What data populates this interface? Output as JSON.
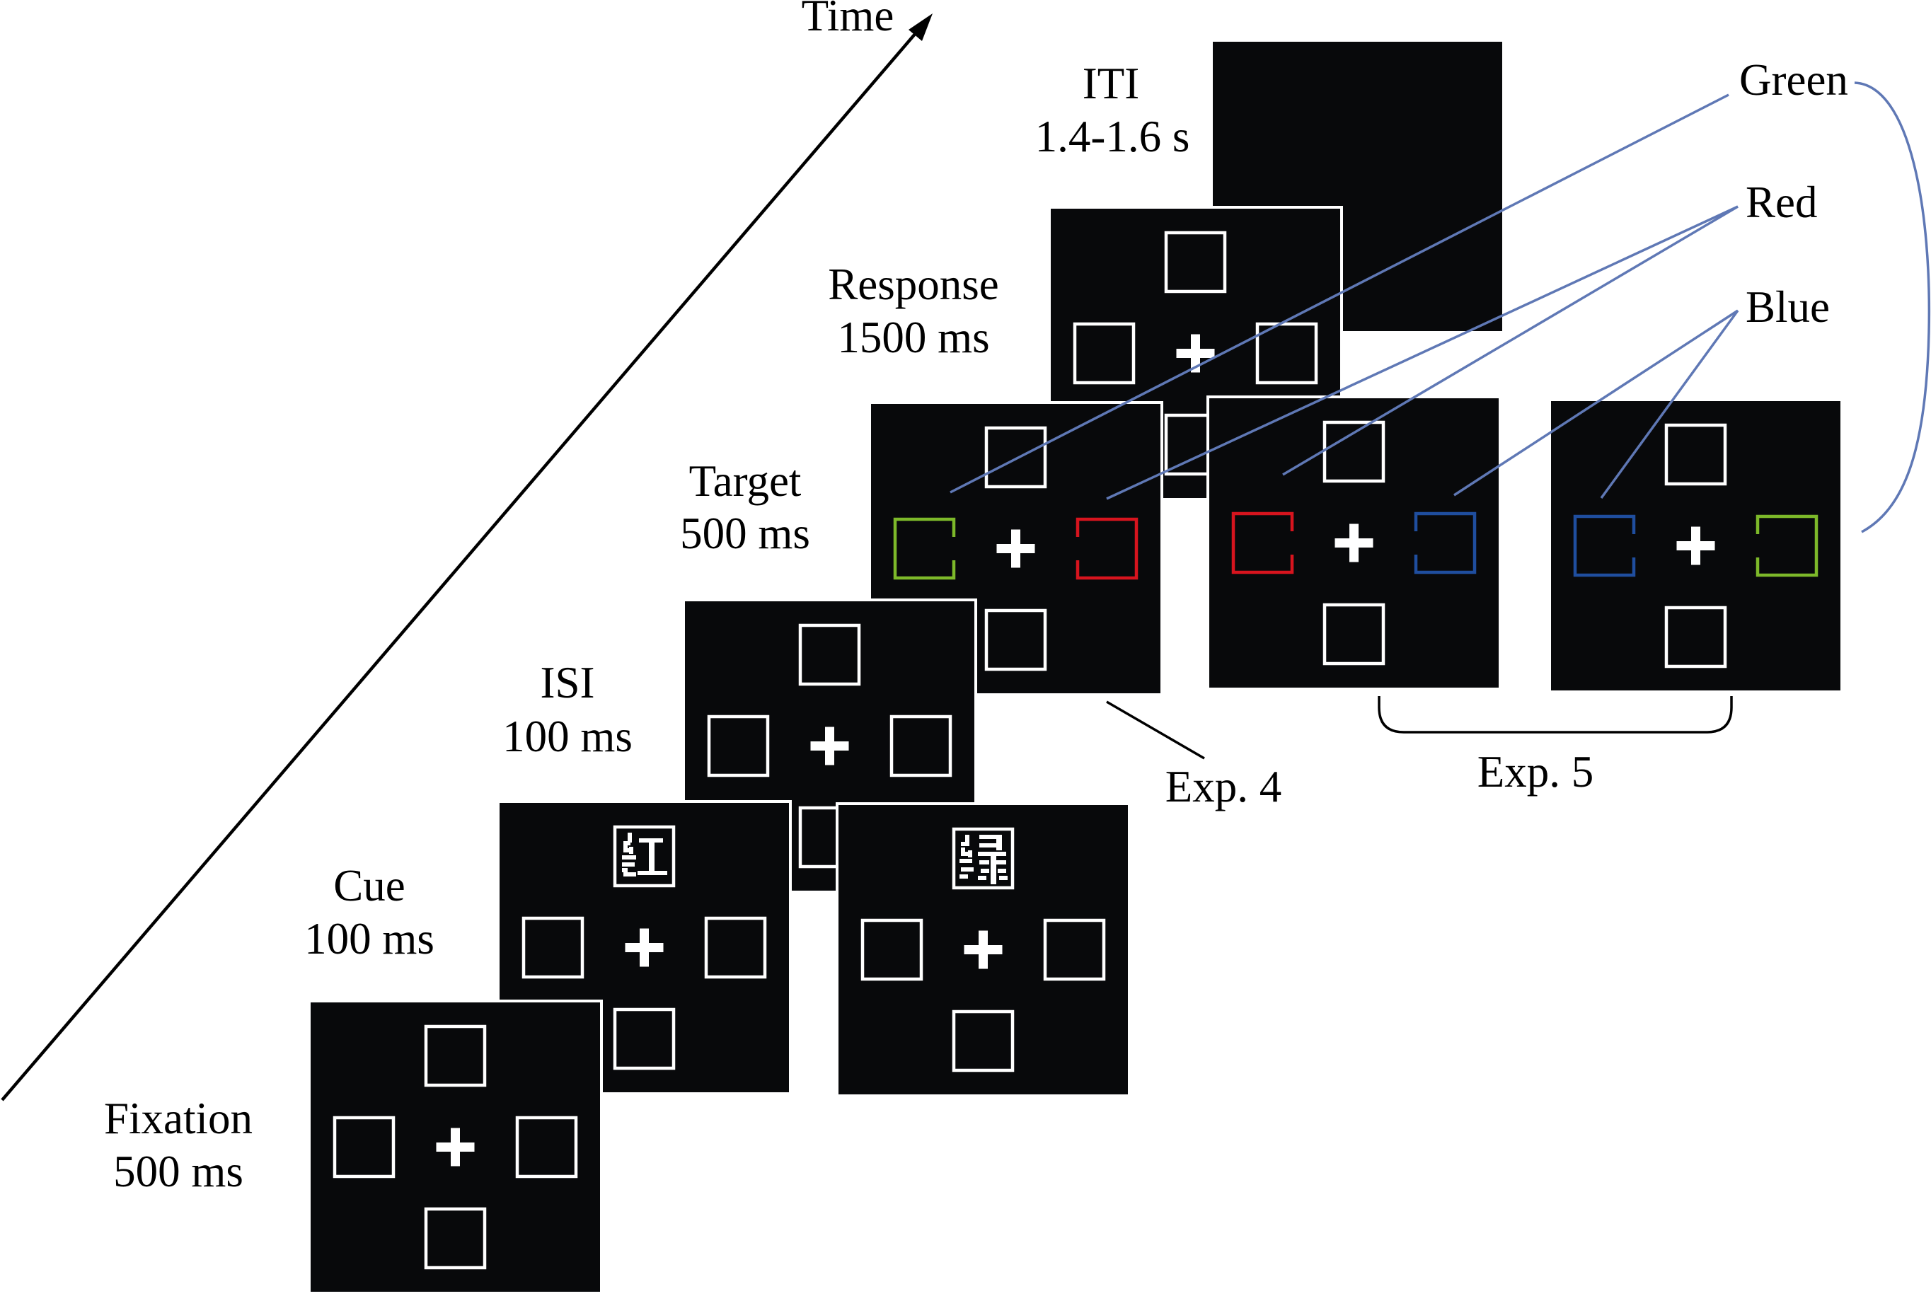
{
  "figure": {
    "axis_label": "Time",
    "stages": [
      {
        "id": "fixation",
        "name": "Fixation",
        "duration": "500 ms",
        "display": "fixation"
      },
      {
        "id": "cue",
        "name": "Cue",
        "duration": "100 ms",
        "display": "cue-word",
        "variants": [
          "红",
          "绿"
        ]
      },
      {
        "id": "isi",
        "name": "ISI",
        "duration": "100 ms",
        "display": "fixation"
      },
      {
        "id": "target",
        "name": "Target",
        "duration": "500 ms",
        "display": "colored-targets"
      },
      {
        "id": "response",
        "name": "Response",
        "duration": "1500 ms",
        "display": "fixation"
      },
      {
        "id": "iti",
        "name": "ITI",
        "duration": "1.4-1.6 s",
        "display": "blank"
      }
    ],
    "cue_words": [
      {
        "char": "红",
        "meaning": "red"
      },
      {
        "char": "绿",
        "meaning": "green"
      }
    ],
    "target_displays": [
      {
        "experiment": "Exp. 4",
        "left": {
          "color": "green",
          "gap": "right"
        },
        "right": {
          "color": "red",
          "gap": "left"
        }
      },
      {
        "experiment": "Exp. 5",
        "left": {
          "color": "red",
          "gap": "right"
        },
        "right": {
          "color": "blue",
          "gap": "left"
        }
      },
      {
        "experiment": "Exp. 5",
        "left": {
          "color": "blue",
          "gap": "right"
        },
        "right": {
          "color": "green",
          "gap": "left"
        }
      }
    ],
    "color_labels": [
      "Green",
      "Red",
      "Blue"
    ],
    "experiment_labels": {
      "exp4": "Exp. 4",
      "exp5": "Exp. 5"
    },
    "colors": {
      "panel": "#08090b",
      "frame": "#ffffff",
      "green": "#7db92a",
      "red": "#d7141e",
      "blue": "#1f4e9f",
      "leader": "#5f78b5"
    }
  }
}
